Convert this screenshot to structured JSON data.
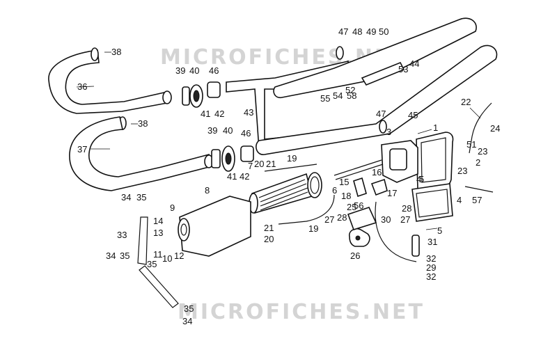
{
  "watermark": "MICROFICHES.NET",
  "callouts": {
    "c1": "1",
    "c2": "2",
    "c3": "3",
    "c4": "4",
    "c4b": "4",
    "c5": "5",
    "c5b": "5",
    "c6": "6",
    "c7": "7",
    "c8": "8",
    "c9": "9",
    "c10": "10",
    "c11": "11",
    "c12": "12",
    "c13": "13",
    "c14": "14",
    "c15": "15",
    "c16": "16",
    "c17": "17",
    "c18": "18",
    "c19": "19",
    "c19b": "19",
    "c20": "20",
    "c20b": "20",
    "c21": "21",
    "c21b": "21",
    "c22": "22",
    "c23": "23",
    "c23b": "23",
    "c24": "24",
    "c25": "25",
    "c26": "26",
    "c27": "27",
    "c27b": "27",
    "c28": "28",
    "c28b": "28",
    "c29": "29",
    "c30": "30",
    "c31": "31",
    "c32": "32",
    "c32b": "32",
    "c33": "33",
    "c34": "34",
    "c34b": "34",
    "c34c": "34",
    "c35": "35",
    "c35b": "35",
    "c35c": "35",
    "c35d": "35",
    "c36": "36",
    "c37": "37",
    "c38": "38",
    "c38b": "38",
    "c39": "39",
    "c39b": "39",
    "c40": "40",
    "c40b": "40",
    "c41": "41",
    "c41b": "41",
    "c42": "42",
    "c42b": "42",
    "c43": "43",
    "c44": "44",
    "c45": "45",
    "c46": "46",
    "c46b": "46",
    "c47": "47",
    "c47b": "47",
    "c48": "48",
    "c49": "49",
    "c50": "50",
    "c51": "51",
    "c52": "52",
    "c53": "53",
    "c54": "54",
    "c55": "55",
    "c56": "56",
    "c57": "57",
    "c58": "58"
  }
}
